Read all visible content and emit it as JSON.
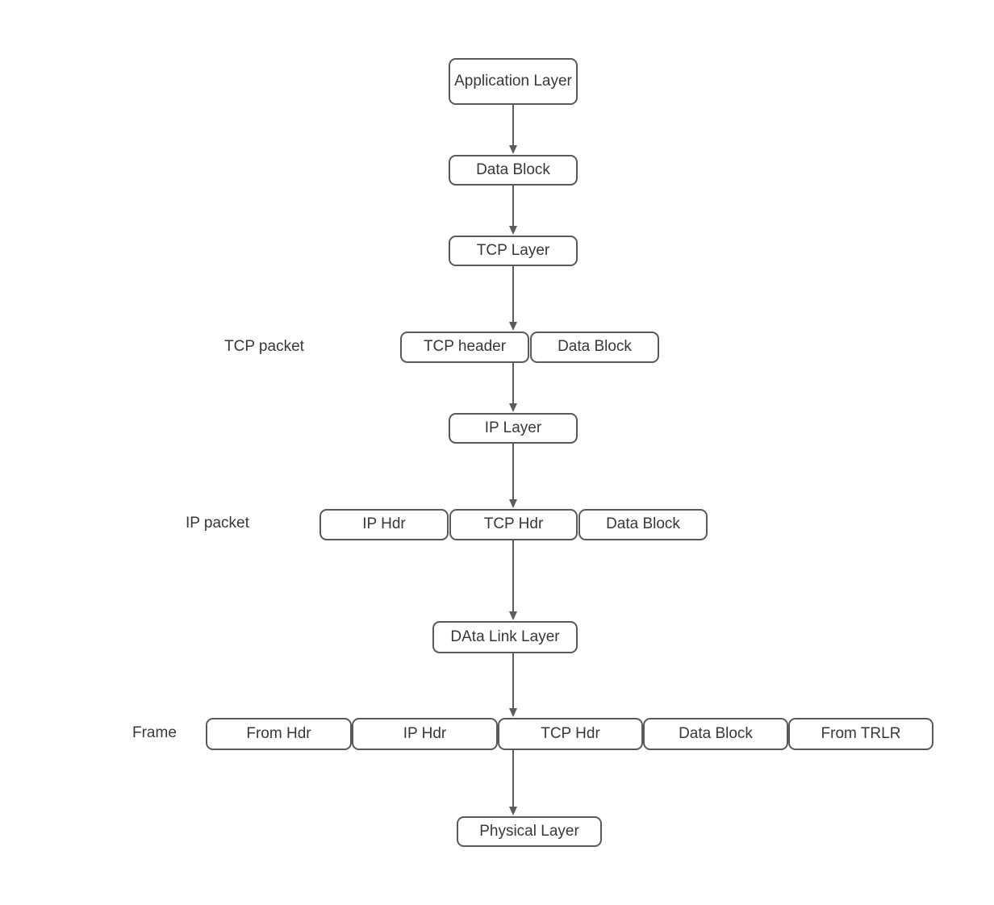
{
  "colors": {
    "border": "#595959",
    "text": "#383838",
    "arrow": "#5c5c5c",
    "background": "#ffffff"
  },
  "nodes": {
    "application_layer": {
      "label": "Application Layer"
    },
    "data_block_1": {
      "label": "Data Block"
    },
    "tcp_layer": {
      "label": "TCP Layer"
    },
    "tcp_header": {
      "label": "TCP header"
    },
    "data_block_2": {
      "label": "Data Block"
    },
    "ip_layer": {
      "label": "IP Layer"
    },
    "ip_hdr": {
      "label": "IP Hdr"
    },
    "tcp_hdr": {
      "label": "TCP Hdr"
    },
    "data_block_3": {
      "label": "Data Block"
    },
    "data_link_layer": {
      "label": "DAta Link Layer"
    },
    "from_hdr": {
      "label": "From Hdr"
    },
    "frame_ip_hdr": {
      "label": "IP Hdr"
    },
    "frame_tcp_hdr": {
      "label": "TCP Hdr"
    },
    "frame_data_block": {
      "label": "Data Block"
    },
    "from_trlr": {
      "label": "From TRLR"
    },
    "physical_layer": {
      "label": "Physical Layer"
    }
  },
  "row_labels": {
    "tcp_packet": "TCP packet",
    "ip_packet": "IP packet",
    "frame": "Frame"
  }
}
